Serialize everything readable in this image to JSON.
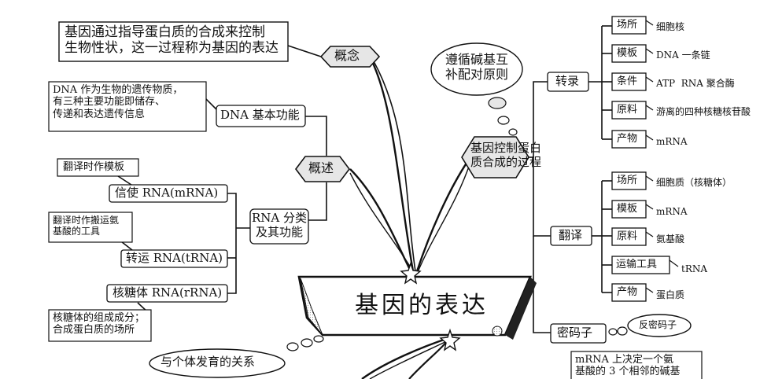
{
  "center": "基因的表达",
  "left": {
    "concept": {
      "label": "概念",
      "note": "基因通过指导蛋白质的合成来控制\n生物性状，这一过程称为基因的表达"
    },
    "overview": {
      "label": "概述",
      "dna_function": {
        "label": "DNA 基本功能",
        "note": "DNA 作为生物的遗传物质，\n有三种主要功能即储存、\n传递和表达遗传信息"
      },
      "rna": {
        "label": "RNA 分类\n及其功能",
        "items": [
          {
            "name": "信使 RNA(mRNA)",
            "note": "翻译时作模板"
          },
          {
            "name": "转运 RNA(tRNA)",
            "note": "翻译时作搬运氨\n基酸的工具"
          },
          {
            "name": "核糖体 RNA(rRNA)",
            "note": "核糖体的组成成分；\n合成蛋白质的场所"
          }
        ]
      }
    },
    "development": "与个体发育的关系"
  },
  "right": {
    "bubble_note": "遵循碱基互\n补配对原则",
    "process": {
      "label": "基因控制蛋白\n质合成的过程",
      "transcription": {
        "label": "转录",
        "rows": [
          {
            "key": "场所",
            "value": "细胞核"
          },
          {
            "key": "模板",
            "value": "DNA 一条链"
          },
          {
            "key": "条件",
            "value": "ATP  RNA 聚合酶"
          },
          {
            "key": "原料",
            "value": "游离的四种核糖核苷酸"
          },
          {
            "key": "产物",
            "value": "mRNA"
          }
        ]
      },
      "translation": {
        "label": "翻译",
        "rows": [
          {
            "key": "场所",
            "value": "细胞质（核糖体）"
          },
          {
            "key": "模板",
            "value": "mRNA"
          },
          {
            "key": "原料",
            "value": "氨基酸"
          },
          {
            "key": "运输工具",
            "value": "tRNA"
          },
          {
            "key": "产物",
            "value": "蛋白质"
          }
        ]
      }
    },
    "codon": {
      "label": "密码子",
      "anticodon": "反密码子",
      "note": "mRNA 上决定一个氨\n基酸的 3 个相邻的碱基"
    }
  },
  "colors": {
    "ink": "#111111",
    "node_fill": "#e6e6e6",
    "paper": "#ffffff"
  }
}
